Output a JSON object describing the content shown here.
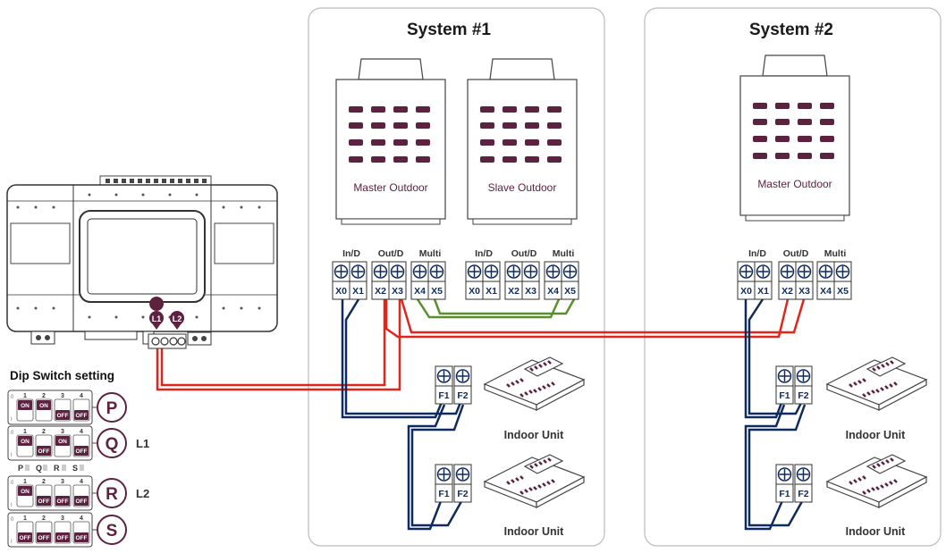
{
  "systems": [
    {
      "title": "System #1",
      "outdoor_units": [
        "Master Outdoor",
        "Slave Outdoor"
      ],
      "indoor_units": [
        "Indoor Unit",
        "Indoor Unit"
      ]
    },
    {
      "title": "System #2",
      "outdoor_units": [
        "Master Outdoor"
      ],
      "indoor_units": [
        "Indoor Unit",
        "Indoor Unit"
      ]
    }
  ],
  "terminal_groups": [
    "In/D",
    "Out/D",
    "Multi"
  ],
  "terminals": [
    "X0",
    "X1",
    "X2",
    "X3",
    "X4",
    "X5"
  ],
  "indoor_terminals": [
    "F1",
    "F2"
  ],
  "controller": {
    "port_labels": [
      "L1",
      "L2"
    ]
  },
  "dip_switch": {
    "title": "Dip Switch setting",
    "position_numbers": [
      "1",
      "2",
      "3",
      "4"
    ],
    "side_marks": [
      "0",
      "I"
    ],
    "ps_row": [
      "P",
      "Q",
      "R",
      "S"
    ],
    "rows": [
      {
        "letter": "P",
        "states": [
          "ON",
          "ON",
          "OFF",
          "OFF"
        ],
        "line": ""
      },
      {
        "letter": "Q",
        "states": [
          "ON",
          "OFF",
          "ON",
          "OFF"
        ],
        "line": "L1"
      },
      {
        "letter": "R",
        "states": [
          "ON",
          "OFF",
          "OFF",
          "OFF"
        ],
        "line": "L2"
      },
      {
        "letter": "S",
        "states": [
          "OFF",
          "OFF",
          "OFF",
          "OFF"
        ],
        "line": ""
      }
    ]
  },
  "colors": {
    "red_wire": "#e1251b",
    "navy_wire": "#0f2a5e",
    "green_wire": "#5a8f2e",
    "accent": "#5c2240",
    "unit_outline": "#444444"
  }
}
